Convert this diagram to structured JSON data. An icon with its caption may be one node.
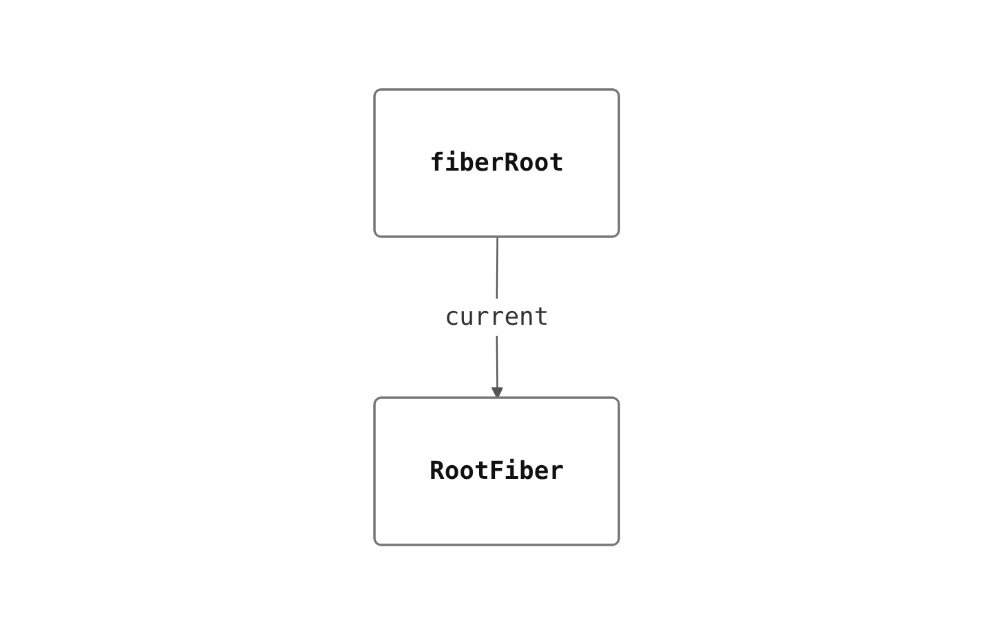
{
  "diagram": {
    "nodes": [
      {
        "text": [
          "fiberRoot"
        ]
      },
      {
        "text": [
          "RootFiber"
        ]
      }
    ],
    "edges": [
      {
        "from": 0,
        "to": 1,
        "arrow": "to",
        "label": "current"
      }
    ]
  }
}
